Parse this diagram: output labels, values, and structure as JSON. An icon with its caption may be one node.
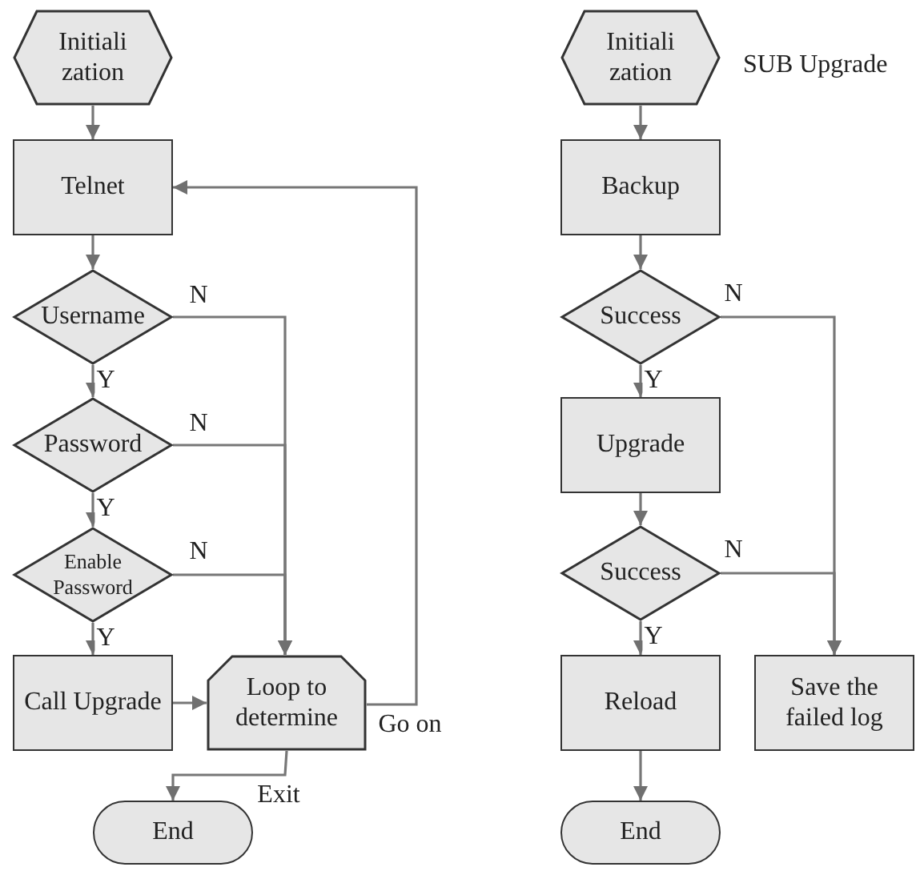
{
  "diagram": {
    "nodes": [
      {
        "text": [
          "Initiali zation"
        ]
      },
      {
        "text": [
          "Telnet"
        ]
      },
      {
        "text": [
          "Username"
        ]
      },
      {
        "text": [
          "Password"
        ]
      },
      {
        "text": [
          "Enable Password"
        ]
      },
      {
        "text": [
          "Call Upgrade"
        ]
      },
      {
        "text": [
          "Loop to determine"
        ]
      },
      {
        "text": [
          "End"
        ]
      },
      {
        "text": [
          "Initiali zation"
        ],
        "beside": [
          "SUB Upgrade"
        ]
      },
      {
        "text": [
          "Backup"
        ]
      },
      {
        "text": [
          "Success"
        ]
      },
      {
        "text": [
          "Upgrade"
        ]
      },
      {
        "text": [
          "Success"
        ]
      },
      {
        "text": [
          "Reload"
        ]
      },
      {
        "text": [
          "Save the failed log"
        ]
      },
      {
        "text": [
          "End"
        ]
      }
    ],
    "edges": [
      {
        "from": 0,
        "to": 1,
        "arrow": "to"
      },
      {
        "from": 1,
        "to": 2,
        "arrow": "to"
      },
      {
        "from": 2,
        "to": 3,
        "arrow": "to",
        "label": "Y"
      },
      {
        "from": 3,
        "to": 4,
        "arrow": "to",
        "label": "Y"
      },
      {
        "from": 4,
        "to": 5,
        "arrow": "to",
        "label": "Y"
      },
      {
        "from": 2,
        "to": 6,
        "arrow": "to",
        "label": "N"
      },
      {
        "from": 3,
        "to": 6,
        "arrow": "to",
        "label": "N"
      },
      {
        "from": 4,
        "to": 6,
        "arrow": "to",
        "label": "N"
      },
      {
        "from": 5,
        "to": 6,
        "arrow": "to"
      },
      {
        "from": 6,
        "to": 1,
        "arrow": "to",
        "label": "Go on"
      },
      {
        "from": 6,
        "to": 7,
        "arrow": "to",
        "label": "Exit"
      },
      {
        "from": 8,
        "to": 9,
        "arrow": "to"
      },
      {
        "from": 9,
        "to": 10,
        "arrow": "to"
      },
      {
        "from": 10,
        "to": 11,
        "arrow": "to",
        "label": "Y"
      },
      {
        "from": 11,
        "to": 12,
        "arrow": "to"
      },
      {
        "from": 12,
        "to": 13,
        "arrow": "to",
        "label": "Y"
      },
      {
        "from": 10,
        "to": 14,
        "arrow": "to",
        "label": "N"
      },
      {
        "from": 12,
        "to": 14,
        "arrow": "to",
        "label": "N"
      },
      {
        "from": 13,
        "to": 15,
        "arrow": "to"
      }
    ]
  }
}
